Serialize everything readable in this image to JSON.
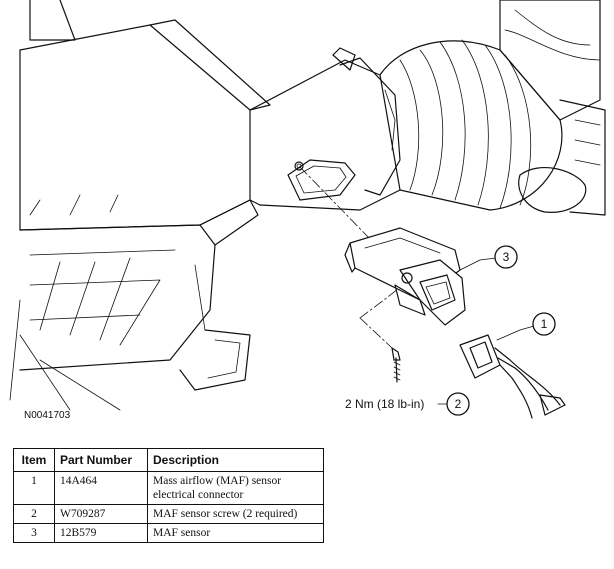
{
  "figure": {
    "id": "N0041703",
    "torque_label": "2 Nm (18 lb-in)",
    "callouts": [
      "1",
      "2",
      "3"
    ]
  },
  "table": {
    "headers": [
      "Item",
      "Part Number",
      "Description"
    ],
    "rows": [
      {
        "item": "1",
        "part_number": "14A464",
        "description": "Mass airflow (MAF) sensor electrical connector"
      },
      {
        "item": "2",
        "part_number": "W709287",
        "description": "MAF sensor screw (2 required)"
      },
      {
        "item": "3",
        "part_number": "12B579",
        "description": "MAF sensor"
      }
    ]
  }
}
